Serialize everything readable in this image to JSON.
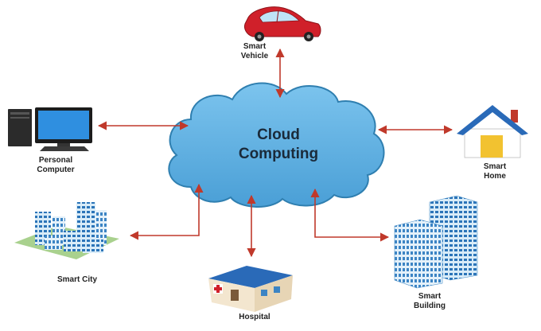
{
  "center": {
    "line1": "Cloud",
    "line2": "Computing"
  },
  "nodes": {
    "vehicle": {
      "line1": "Smart",
      "line2": "Vehicle",
      "icon": "car-icon"
    },
    "computer": {
      "line1": "Personal",
      "line2": "Computer",
      "icon": "desktop-computer-icon"
    },
    "home": {
      "line1": "Smart",
      "line2": "Home",
      "icon": "house-icon"
    },
    "city": {
      "line1": "Smart City",
      "icon": "city-buildings-icon"
    },
    "hospital": {
      "line1": "Hospital",
      "icon": "hospital-icon"
    },
    "building": {
      "line1": "Smart",
      "line2": "Building",
      "icon": "office-building-icon"
    }
  },
  "colors": {
    "cloud_fill": "#5fb0e0",
    "cloud_stroke": "#2f7fb0",
    "arrow": "#c0392b",
    "roof_blue": "#2a6ab8",
    "house_door": "#f2c230",
    "car_red": "#d0202a"
  }
}
